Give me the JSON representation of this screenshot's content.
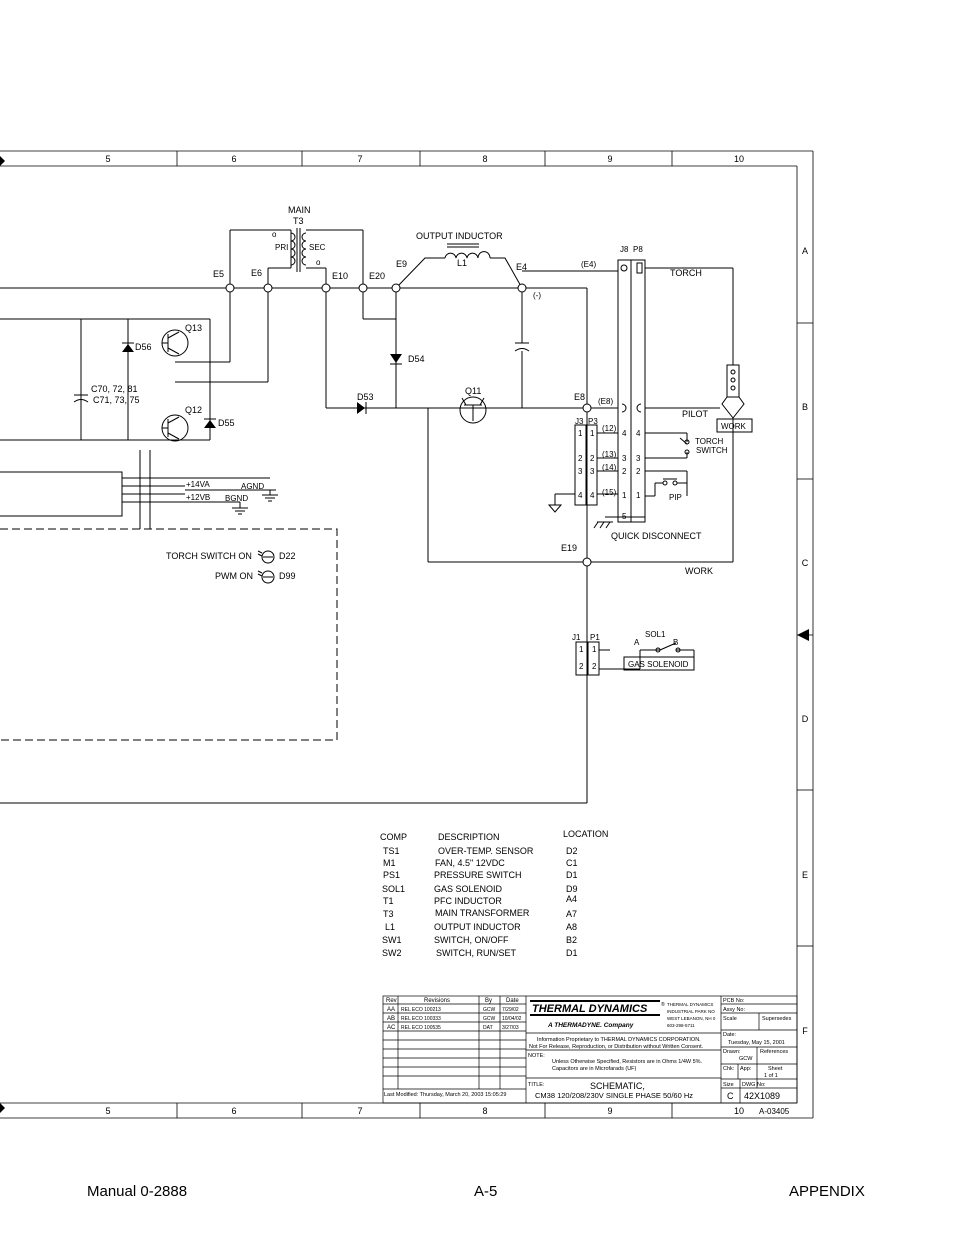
{
  "frame": {
    "columns": [
      "5",
      "6",
      "7",
      "8",
      "9",
      "10"
    ],
    "rows": [
      "A",
      "B",
      "C",
      "D",
      "E",
      "F"
    ]
  },
  "labels": {
    "main": "MAIN",
    "t3": "T3",
    "pri": "PRI",
    "sec": "SEC",
    "dot": "o",
    "output_inductor": "OUTPUT INDUCTOR",
    "l1": "L1",
    "e5": "E5",
    "e6": "E6",
    "e10": "E10",
    "e20": "E20",
    "e9": "E9",
    "e4": "E4",
    "e4_paren": "(E4)",
    "j8": "J8",
    "p8": "P8",
    "torch": "TORCH",
    "minus": "(-)",
    "q13": "Q13",
    "d56": "D56",
    "c70": "C70, 72, 81",
    "c71": "C71, 73, 75",
    "q12": "Q12",
    "d55": "D55",
    "d54": "D54",
    "d53": "D53",
    "q11": "Q11",
    "e8": "E8",
    "e8_paren": "(E8)",
    "pilot": "PILOT",
    "work_box": "WORK",
    "j3": "J3",
    "p3": "P3",
    "w12": "(12)",
    "w13": "(13)",
    "w14": "(14)",
    "w15": "(15)",
    "torch_switch_1": "TORCH",
    "torch_switch_2": "SWITCH",
    "pip": "PIP",
    "n1": "1",
    "n2": "2",
    "n3": "3",
    "n4": "4",
    "n5": "5",
    "v14a": "+14VA",
    "agnd": "AGND",
    "v12b": "+12VB",
    "bgnd": "BGND",
    "torch_switch_on": "TORCH SWITCH ON",
    "d22": "D22",
    "pwm_on": "PWM ON",
    "d99": "D99",
    "quick_disconnect": "QUICK DISCONNECT",
    "e19": "E19",
    "work": "WORK",
    "j1": "J1",
    "p1": "P1",
    "sol1": "SOL1",
    "a": "A",
    "b": "B",
    "gas_solenoid": "GAS SOLENOID"
  },
  "legend": {
    "headers": {
      "comp": "COMP",
      "description": "DESCRIPTION",
      "location": "LOCATION"
    },
    "rows": [
      {
        "comp": "TS1",
        "desc": "OVER-TEMP. SENSOR",
        "loc": "D2"
      },
      {
        "comp": "M1",
        "desc": "FAN, 4.5\" 12VDC",
        "loc": "C1"
      },
      {
        "comp": "PS1",
        "desc": "PRESSURE SWITCH",
        "loc": "D1"
      },
      {
        "comp": "SOL1",
        "desc": "GAS SOLENOID",
        "loc": "D9"
      },
      {
        "comp": "T1",
        "desc": "PFC INDUCTOR",
        "loc": "A4"
      },
      {
        "comp": "T3",
        "desc": "MAIN TRANSFORMER",
        "loc": "A7"
      },
      {
        "comp": "L1",
        "desc": "OUTPUT INDUCTOR",
        "loc": "A8"
      },
      {
        "comp": "SW1",
        "desc": "SWITCH, ON/OFF",
        "loc": "B2"
      },
      {
        "comp": "SW2",
        "desc": "SWITCH, RUN/SET",
        "loc": "D1"
      }
    ]
  },
  "title_block": {
    "rev_header": "Rev",
    "revisions_header": "Revisions",
    "by_header": "By",
    "date_header": "Date",
    "revisions": [
      {
        "rev": "AA",
        "desc": "REL ECO 100213",
        "by": "GCW",
        "date": "7/29/02"
      },
      {
        "rev": "AB",
        "desc": "REL ECO 100333",
        "by": "GCW",
        "date": "10/04/02"
      },
      {
        "rev": "AC",
        "desc": "REL ECO 100535",
        "by": "DAT",
        "date": "3/27/03"
      }
    ],
    "last_modified": "Last Modified:  Thursday, March 20, 2003  15:05:29",
    "company": "THERMAL DYNAMICS",
    "registered": "®",
    "subsidiary": "A THERMADYNE. Company",
    "address": [
      "THERMAL DYNAMICS",
      "INDUSTRIAL PARK NO",
      "WEST LEBANON, NH 0",
      "603-298-5711"
    ],
    "proprietary_1": "Information Proprietary to THERMAL DYNAMICS CORPORATION.",
    "proprietary_2": "Not For Release, Reproduction, or Distribution without Written Consent.",
    "note_label": "NOTE:",
    "note_1": "Unless Otherwise Specified, Resistors are in Ohms 1/4W 5%.",
    "note_2": "Capacitors are in Microfarads (UF)",
    "title_label": "TITLE:",
    "title_1": "SCHEMATIC,",
    "title_2": "CM38  120/208/230V SINGLE PHASE 50/60 Hz",
    "pcb_no": "PCB No:",
    "assy_no": "Assy No:",
    "scale": "Scale",
    "supersedes": "Supersedes",
    "date_label": "Date:",
    "date_value": "Tuesday, May 15, 2001",
    "drawn_label": "Drawn:",
    "drawn_value": "GCW",
    "references": "References",
    "chk": "Chk:",
    "app": "App:",
    "sheet_label": "Sheet",
    "sheet_value": "1    of   1",
    "size_label": "Size",
    "size_value": "C",
    "dwg_label": "DWG No:",
    "dwg_value": "42X1089",
    "drawing_ref": "A-03405"
  },
  "footer": {
    "left": "Manual 0-2888",
    "center": "A-5",
    "right": "APPENDIX"
  }
}
